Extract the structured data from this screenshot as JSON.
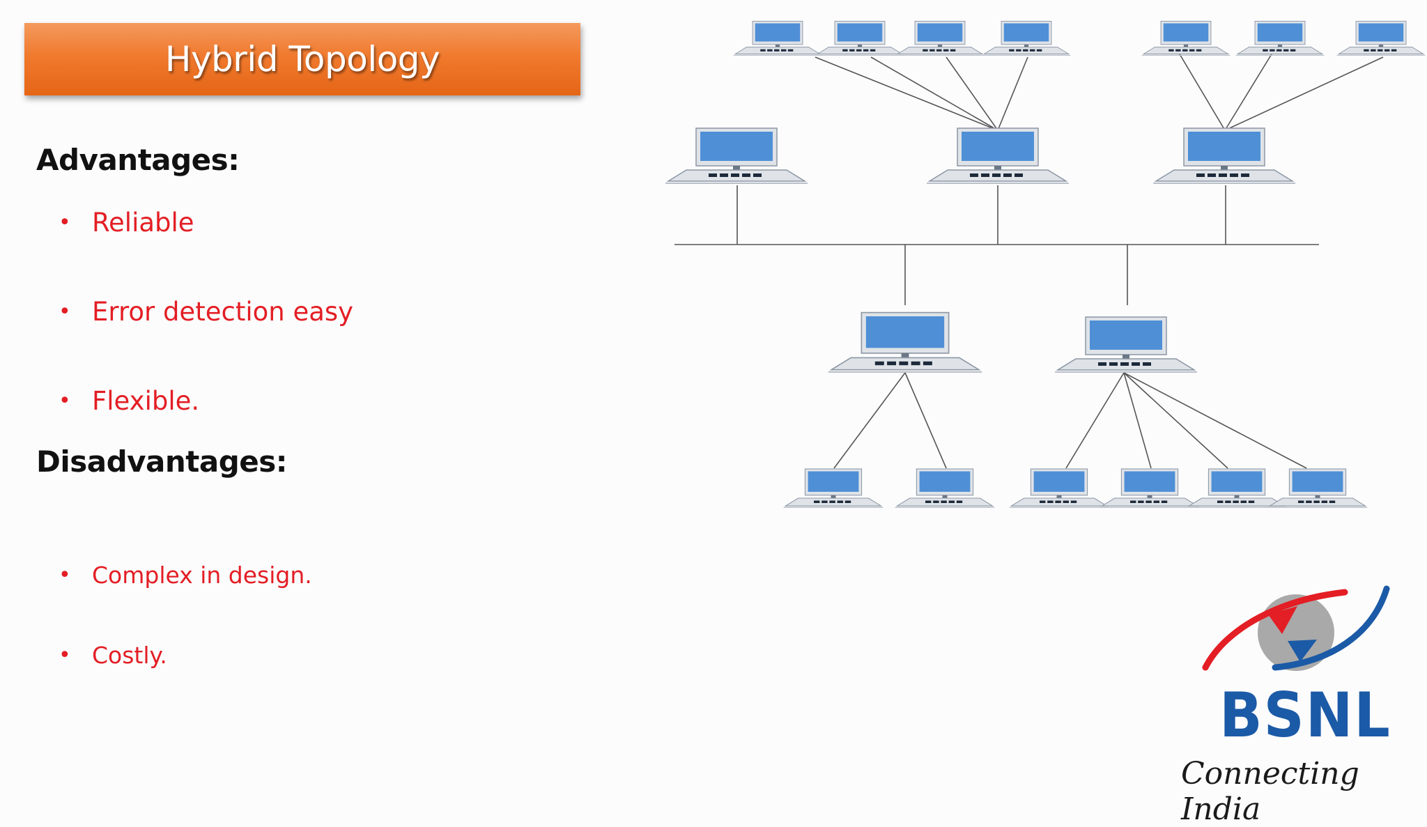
{
  "slide": {
    "title": "Hybrid Topology",
    "advantages_heading": "Advantages:",
    "advantages": [
      "Reliable",
      "Error detection easy",
      "Flexible."
    ],
    "disadvantages_heading": "Disadvantages:",
    "disadvantages": [
      "Complex in design.",
      "Costly."
    ],
    "bullet_glyph": "•"
  },
  "logo": {
    "brand": "BSNL",
    "tagline": "Connecting India",
    "colors": {
      "blue": "#1b5aa6",
      "red": "#e31e24",
      "grey": "#9a9a9a"
    }
  },
  "colors": {
    "title_banner": "#f07a2e",
    "bullet_text": "#e31e24",
    "heading_text": "#111111",
    "computer_screen": "#4f8fd6",
    "computer_body": "#dfe3e8",
    "link_line": "#555555"
  }
}
